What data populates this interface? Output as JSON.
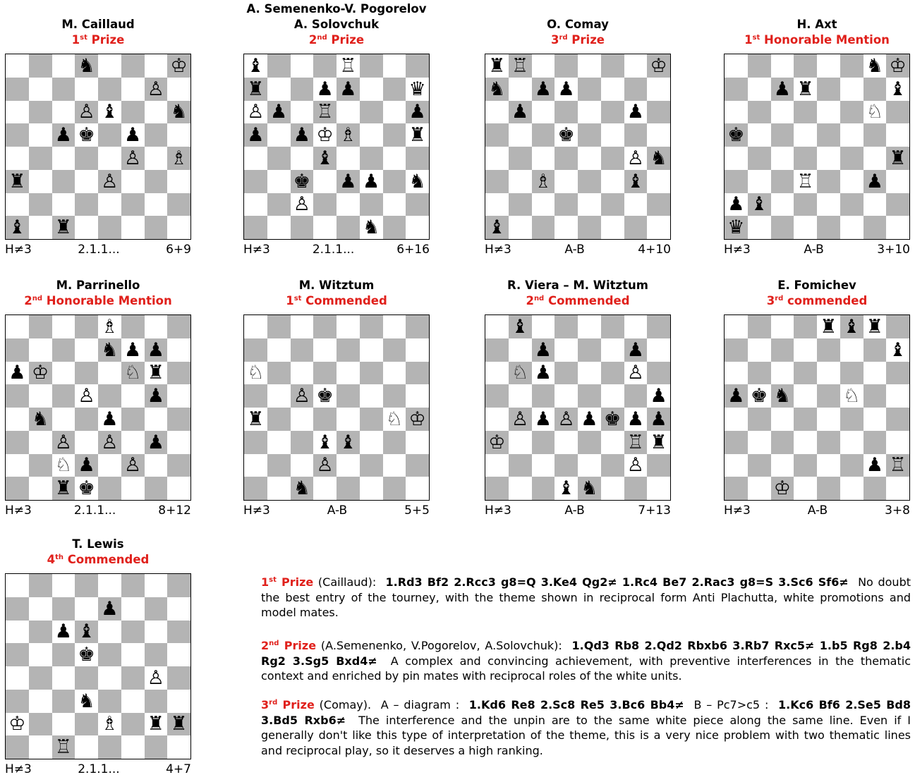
{
  "glyphs": {
    "K": "♔",
    "Q": "♕",
    "R": "♖",
    "B": "♗",
    "N": "♘",
    "P": "♙",
    "k": "♚",
    "q": "♛",
    "r": "♜",
    "b": "♝",
    "n": "♞",
    "p": "♟"
  },
  "problems": [
    {
      "pre": "",
      "author": "M. Caillaud",
      "award_num": "1",
      "award_suffix": "st",
      "award_text": " Prize",
      "stip": "H≠3",
      "sol": "2.1.1...",
      "count": "6+9",
      "rows": [
        "...n...K",
        "......P.",
        "...Pb..n",
        "..pk.p..",
        ".....P.B",
        "r...P...",
        "........",
        "b.r....."
      ]
    },
    {
      "pre": "A. Semenenko-V. Pogorelov",
      "author": "A. Solovchuk",
      "award_num": "2",
      "award_suffix": "nd",
      "award_text": " Prize",
      "stip": "H≠3",
      "sol": "2.1.1...",
      "count": "6+16",
      "rows": [
        "b...R...",
        "r..pp..q",
        "Pp.R...p",
        "p.pKB..r",
        "...b....",
        "..k.pp.n",
        "..P.....",
        ".....n.."
      ]
    },
    {
      "pre": "",
      "author": "O. Comay",
      "award_num": "3",
      "award_suffix": "rd",
      "award_text": " Prize",
      "stip": "H≠3",
      "sol": "A-B",
      "count": "4+10",
      "rows": [
        "rR.....K",
        "n.pp....",
        ".p....p.",
        "...k....",
        "......Pn",
        "..B...b.",
        "........",
        "b......."
      ]
    },
    {
      "pre": "",
      "author": "H. Axt",
      "award_num": "1",
      "award_suffix": "st",
      "award_text": " Honorable Mention",
      "stip": "H≠3",
      "sol": "A-B",
      "count": "3+10",
      "rows": [
        "......nK",
        "..pr...b",
        "......N.",
        "k.......",
        ".......r",
        "...R..p.",
        "pb......",
        "q......."
      ]
    },
    {
      "pre": "",
      "author": "M. Parrinello",
      "award_num": "2",
      "award_suffix": "nd",
      "award_text": " Honorable Mention",
      "stip": "H≠3",
      "sol": "2.1.1...",
      "count": "8+12",
      "rows": [
        "....B...",
        "....npp.",
        "pK...Nr.",
        "...P..p.",
        ".n..p...",
        "..P.P.p.",
        "..Np.P..",
        "..rk...."
      ]
    },
    {
      "pre": "",
      "author": "M. Witztum",
      "award_num": "1",
      "award_suffix": "st",
      "award_text": " Commended",
      "stip": "H≠3",
      "sol": "A-B",
      "count": "5+5",
      "rows": [
        "........",
        "........",
        "N.......",
        "..Pk....",
        "r.....NK",
        "...bb...",
        "...P....",
        "..n....."
      ]
    },
    {
      "pre": "",
      "author": "R. Viera – M. Witztum",
      "award_num": "2",
      "award_suffix": "nd",
      "award_text": " Commended",
      "stip": "H≠3",
      "sol": "A-B",
      "count": "7+13",
      "rows": [
        ".b......",
        "..p...p.",
        ".Np...P.",
        ".......p",
        ".PpPpkpp",
        "K.....Rr",
        "......P.",
        "...bn..."
      ]
    },
    {
      "pre": "",
      "author": "E. Fomichev",
      "award_num": "3",
      "award_suffix": "rd",
      "award_text": " commended",
      "stip": "H≠3",
      "sol": "A-B",
      "count": "3+8",
      "rows": [
        "....rbr.",
        ".......b",
        "........",
        "pkn..N..",
        "........",
        "........",
        "......pR",
        "..K....."
      ]
    },
    {
      "pre": "",
      "author": "T. Lewis",
      "award_num": "4",
      "award_suffix": "th",
      "award_text": " Commended",
      "stip": "H≠3",
      "sol": "2.1.1...",
      "count": "4+7",
      "rows": [
        "........",
        "....p...",
        "..pb....",
        "...k....",
        "......P.",
        "...n....",
        "K...B.rr",
        "..R....."
      ]
    }
  ],
  "comments": [
    {
      "num": "1",
      "suffix": "st",
      "label": " Prize",
      "segments": [
        {
          "t": " (Caillaud):  "
        },
        {
          "b": "1.Rd3 Bf2 2.Rcc3 g8=Q 3.Ke4 Qg2≠  1.Rc4 Be7 2.Rac3 g8=S 3.Sc6 Sf6≠"
        },
        {
          "t": "  No doubt the best entry of the tourney, with the theme shown in reciprocal form Anti Plachutta, white promotions and model mates."
        }
      ]
    },
    {
      "num": "2",
      "suffix": "nd",
      "label": " Prize",
      "segments": [
        {
          "t": " (A.Semenenko, V.Pogorelov, A.Solovchuk):  "
        },
        {
          "b": "1.Qd3 Rb8 2.Qd2 Rbxb6 3.Rb7 Rxc5≠ 1.b5 Rg8 2.b4 Rg2 3.Sg5 Bxd4≠"
        },
        {
          "t": "  A complex and convincing achievement, with preventive interferences in the thematic context and enriched by pin mates with reciprocal roles of the white units."
        }
      ]
    },
    {
      "num": "3",
      "suffix": "rd",
      "label": " Prize",
      "segments": [
        {
          "t": " (Comay).  A – diagram :  "
        },
        {
          "b": "1.Kd6 Re8 2.Sc8 Re5 3.Bc6 Bb4≠"
        },
        {
          "t": "  B – Pc7>c5 :  "
        },
        {
          "b": "1.Kc6 Bf6 2.Se5 Bd8 3.Bd5 Rxb6≠"
        },
        {
          "t": "  The interference and the unpin are to the same white piece along the same line. Even if I generally don't like this type of interpretation of the theme, this is a very nice problem with two thematic lines and reciprocal play, so it deserves a high ranking."
        }
      ]
    }
  ]
}
